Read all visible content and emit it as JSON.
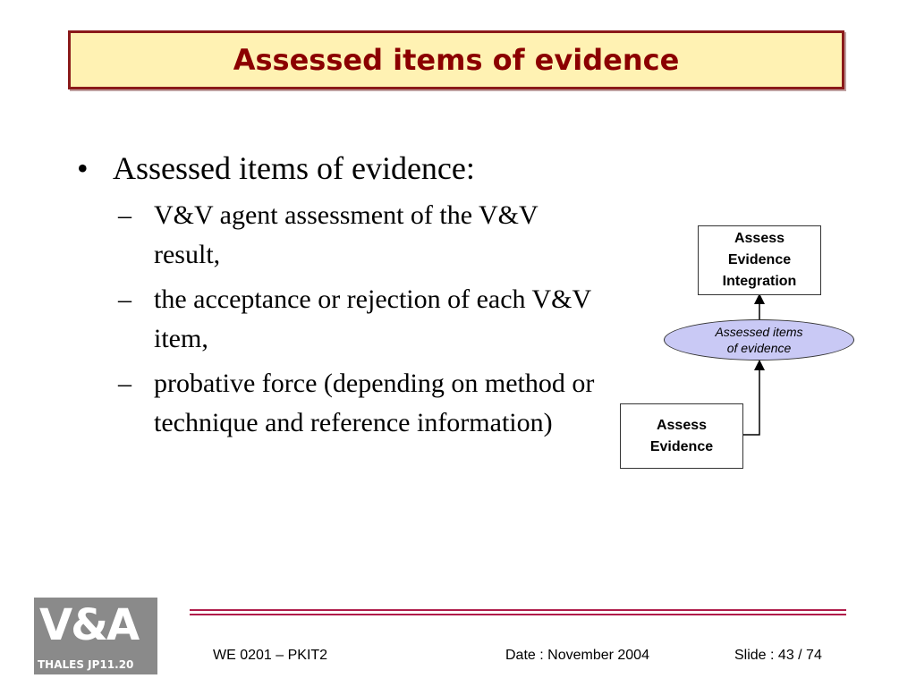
{
  "title": "Assessed items of evidence",
  "content": {
    "bullet": "Assessed items of evidence:",
    "sub_items": [
      "V&V agent assessment of the V&V result,",
      "the acceptance or rejection of each V&V item,",
      "probative force (depending on method or technique and reference information)"
    ],
    "bullet_mark": "•",
    "dash_mark": "–"
  },
  "diagram": {
    "top_box": "Assess\nEvidence\nIntegration",
    "ellipse": "Assessed items\nof evidence",
    "bottom_box": "Assess\nEvidence",
    "ellipse_fill": "#c9c9f5"
  },
  "logo": {
    "text": "V&A",
    "subtext": "THALES JP11.20"
  },
  "footer": {
    "left": "WE 0201 – PKIT2",
    "center": "Date : November 2004",
    "right": "Slide : 43 / 74"
  },
  "colors": {
    "title_bg": "#fff2b3",
    "title_border": "#8b1a1a",
    "title_text": "#8b0000",
    "footer_line": "#b01c4a"
  }
}
